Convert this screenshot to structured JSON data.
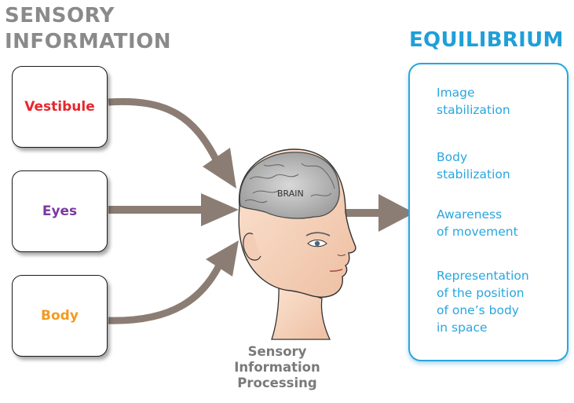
{
  "heading_left": {
    "line1": "SENSORY",
    "line2": "INFORMATION"
  },
  "heading_right": "EQUILIBRIUM",
  "inputs": [
    {
      "label": "Vestibule",
      "color": "#e8262c"
    },
    {
      "label": "Eyes",
      "color": "#7b3aa0"
    },
    {
      "label": "Body",
      "color": "#f39a1e"
    }
  ],
  "head": {
    "brain_label": "BRAIN"
  },
  "processing": {
    "line1": "Sensory",
    "line2": "Information",
    "line3": "Processing"
  },
  "outputs": [
    {
      "lines": [
        "Image",
        "stabilization"
      ]
    },
    {
      "lines": [
        "Body",
        "stabilization"
      ]
    },
    {
      "lines": [
        "Awareness",
        "of movement"
      ]
    },
    {
      "lines": [
        "Representation",
        "of the position",
        "of one’s body",
        "in space"
      ]
    }
  ],
  "colors": {
    "arrow": "#8c7d74",
    "accent": "#1f9fd8",
    "heading": "#8a8a8a"
  }
}
